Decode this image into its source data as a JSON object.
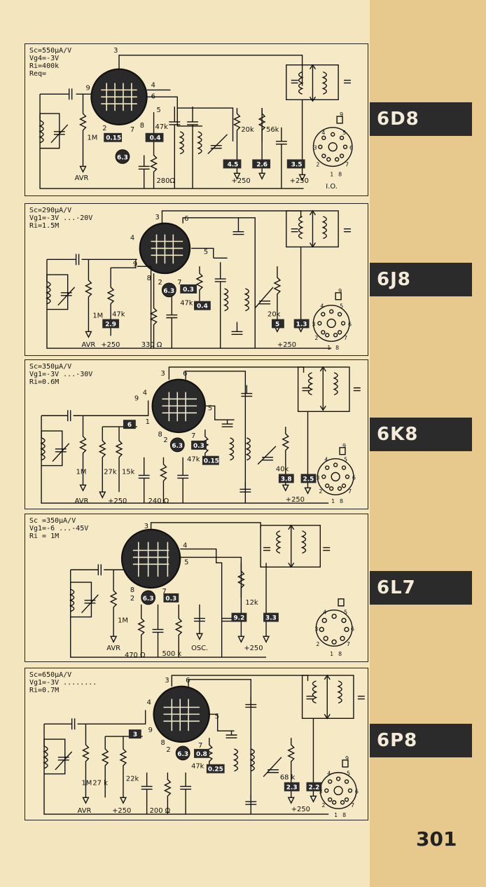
{
  "page_number": "301",
  "tubes": [
    {
      "id": "6d8",
      "name": "6D8",
      "params": [
        "Sc=550µA/V",
        "Vg4=-3V",
        "Ri=400k",
        "Req="
      ],
      "pins": [
        "3",
        "4",
        "6",
        "9",
        "2",
        "7",
        "8",
        "5"
      ],
      "resistors": [
        "1M",
        "47k",
        "280Ω",
        "20k",
        "56k"
      ],
      "voltage_boxes": [
        "0.15",
        "0.4",
        "6.3",
        "4.5",
        "2.6",
        "3.5"
      ],
      "labels": [
        "AVR",
        "+250",
        "+250"
      ],
      "socket_label": "I.O.",
      "socket_pins": [
        "1",
        "2",
        "3",
        "4",
        "5",
        "6",
        "7",
        "8",
        "9"
      ]
    },
    {
      "id": "6j8",
      "name": "6J8",
      "params": [
        "Sc=290µA/V",
        "Vg1=-3V ...-20V",
        "Ri=1.5M"
      ],
      "pins": [
        "3",
        "6",
        "4",
        "9",
        "5",
        "8",
        "2",
        "7"
      ],
      "resistors": [
        "1M",
        "47k",
        "47k",
        "20k",
        "330 Ω"
      ],
      "voltage_boxes": [
        "2.9",
        "6.3",
        "0.3",
        "0.4",
        "5",
        "1.3"
      ],
      "labels": [
        "AVR",
        "+250",
        "+250"
      ],
      "socket_pins": [
        "1",
        "2",
        "3",
        "4",
        "5",
        "6",
        "7",
        "8",
        "9"
      ]
    },
    {
      "id": "6k8",
      "name": "6K8",
      "params": [
        "Sc=350µA/V",
        "Vg1=-3V ...-30V",
        "Ri=0.6M"
      ],
      "pins": [
        "3",
        "6",
        "9",
        "4",
        "1",
        "5",
        "8",
        "2",
        "7"
      ],
      "resistors": [
        "1M",
        "27k",
        "15k",
        "47k",
        "40k",
        "240 Ω"
      ],
      "voltage_boxes": [
        "6",
        "6.3",
        "0.3",
        "0.15",
        "3.8",
        "2.5"
      ],
      "labels": [
        "AVR",
        "+250",
        "+250"
      ],
      "socket_pins": [
        "1",
        "2",
        "3",
        "4",
        "5",
        "6",
        "7",
        "8",
        "9"
      ]
    },
    {
      "id": "6l7",
      "name": "6L7",
      "params": [
        "Sc =350µA/V",
        "Vg1=-6 ...-45V",
        "Ri = 1M"
      ],
      "pins": [
        "3",
        "4",
        "5",
        "8",
        "2",
        "7"
      ],
      "resistors": [
        "1M",
        "12k",
        "470 Ω",
        "500 k"
      ],
      "voltage_boxes": [
        "6.3",
        "0.3",
        "9.2",
        "3.3"
      ],
      "labels": [
        "AVR",
        "OSC.",
        "+250"
      ],
      "socket_pins": [
        "1",
        "2",
        "3",
        "4",
        "5",
        "6",
        "7",
        "8"
      ]
    },
    {
      "id": "6p8",
      "name": "6P8",
      "params": [
        "Sc=650µA/V",
        "Vg1=-3V ........",
        "Ri=0.7M"
      ],
      "pins": [
        "3",
        "6",
        "4",
        "9",
        "5",
        "8",
        "2",
        "7"
      ],
      "resistors": [
        "1M",
        "27 k",
        "22k",
        "47k",
        "68 k",
        "200 Ω"
      ],
      "voltage_boxes": [
        "3",
        "6.3",
        "0.8",
        "0.25",
        "2.3",
        "2.2"
      ],
      "labels": [
        "AVR",
        "+250",
        "+250"
      ],
      "socket_pins": [
        "1",
        "2",
        "3",
        "4",
        "5",
        "6",
        "7",
        "8",
        "9"
      ]
    }
  ]
}
